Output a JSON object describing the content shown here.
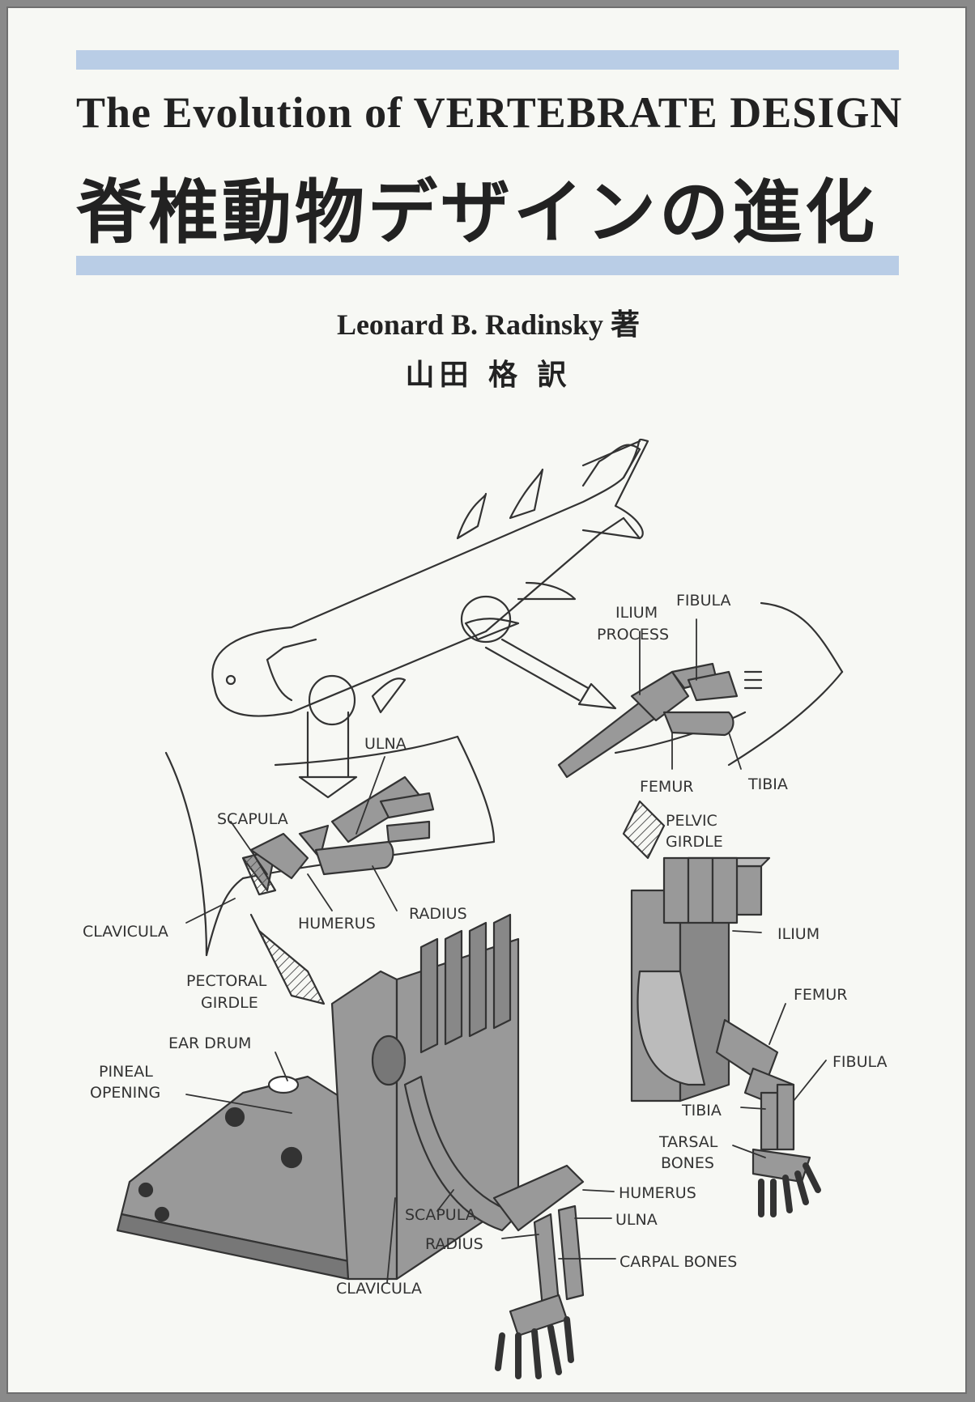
{
  "cover": {
    "title_en": "The Evolution of VERTEBRATE DESIGN",
    "title_ja": "脊椎動物デザインの進化",
    "author": "Leonard B. Radinsky 著",
    "translator": "山田 格 訳",
    "band_color": "#b9cde6"
  },
  "labels": {
    "ulna_top": "ULNA",
    "scapula_top": "SCAPULA",
    "clavicula_top": "CLAVICULA",
    "humerus_top": "HUMERUS",
    "radius_top": "RADIUS",
    "pectoral_girdle_1": "PECTORAL",
    "pectoral_girdle_2": "GIRDLE",
    "ilium_process_1": "ILIUM",
    "ilium_process_2": "PROCESS",
    "fibula_top": "FIBULA",
    "femur_top": "FEMUR",
    "tibia_top": "TIBIA",
    "pelvic_girdle_1": "PELVIC",
    "pelvic_girdle_2": "GIRDLE",
    "ilium": "ILIUM",
    "femur": "FEMUR",
    "fibula": "FIBULA",
    "tibia": "TIBIA",
    "tarsal_bones_1": "TARSAL",
    "tarsal_bones_2": "BONES",
    "ear_drum": "EAR  DRUM",
    "pineal_opening_1": "PINEAL",
    "pineal_opening_2": "OPENING",
    "humerus": "HUMERUS",
    "scapula": "SCAPULA",
    "ulna": "ULNA",
    "radius": "RADIUS",
    "carpal_bones": "CARPAL BONES",
    "clavicula": "CLAVICULA"
  }
}
